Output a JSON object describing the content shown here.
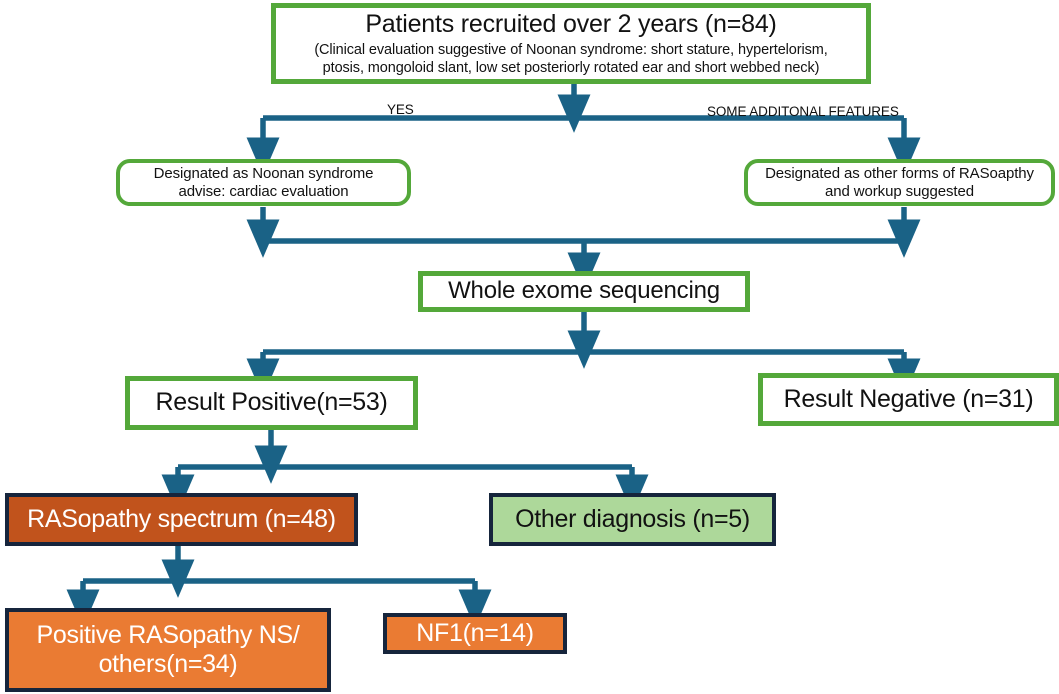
{
  "diagram": {
    "title": "Patient recruitment and genetic testing flowchart",
    "colors": {
      "green_border": "#54a83a",
      "navy_border": "#16253c",
      "connector_blue": "#1a6286",
      "orange_dark": "#c1531c",
      "orange": "#ea7b33",
      "green_light": "#add89a",
      "background": "#ffffff",
      "text_dark": "#121212",
      "text_light": "#ffffff"
    },
    "nodes": {
      "recruited": {
        "title": "Patients recruited over 2 years (n=84)",
        "subtitle_line1": "(Clinical evaluation suggestive of Noonan syndrome: short stature, hypertelorism,",
        "subtitle_line2": "ptosis, mongoloid slant, low set posteriorly rotated ear and short webbed neck)"
      },
      "noonan": {
        "line1": "Designated as Noonan syndrome",
        "line2": "advise: cardiac evaluation"
      },
      "other_rasopathy": {
        "line1": "Designated as other forms of RASoapthy",
        "line2": "and workup suggested"
      },
      "wes": {
        "label": "Whole exome sequencing"
      },
      "result_positive": {
        "label": "Result Positive(n=53)"
      },
      "result_negative": {
        "label": "Result Negative (n=31)"
      },
      "rasopathy_spectrum": {
        "label": "RASopathy spectrum (n=48)"
      },
      "other_diagnosis": {
        "label": "Other diagnosis (n=5)"
      },
      "positive_ns": {
        "line1": "Positive RASopathy NS/",
        "line2": "others(n=34)"
      },
      "nf1": {
        "label": "NF1(n=14)"
      }
    },
    "edge_labels": {
      "yes": "YES",
      "some_additional": "SOME ADDITONAL FEATURES"
    }
  }
}
